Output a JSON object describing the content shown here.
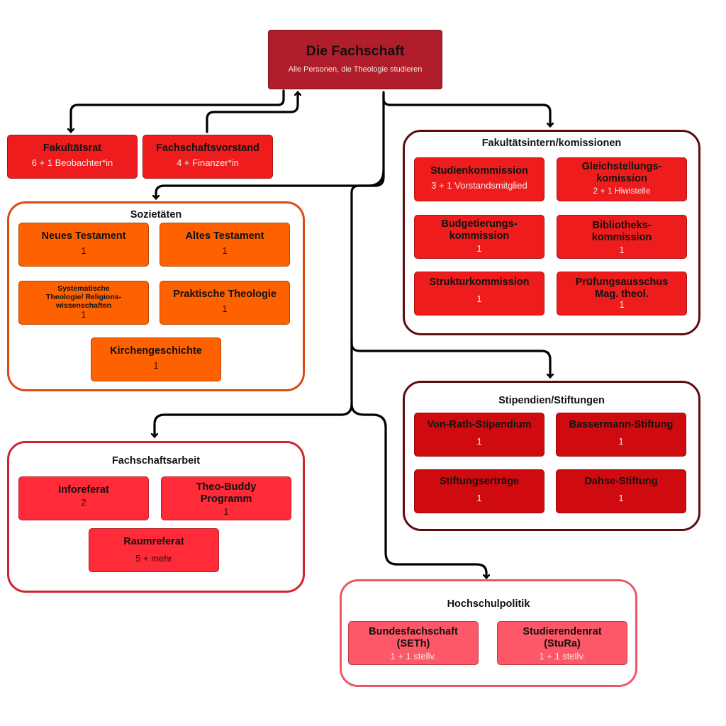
{
  "root": {
    "title": "Die Fachschaft",
    "subtitle": "Alle Personen, die Theologie studieren"
  },
  "top_nodes": [
    {
      "title": "Fakultätsrat",
      "sub": "6 + 1 Beobachter*in"
    },
    {
      "title": "Fachschaftsvorstand",
      "sub": "4 + Finanzer*in"
    }
  ],
  "groups": {
    "sozietaeten": {
      "title": "Sozietäten",
      "items": [
        {
          "title": "Neues Testament",
          "sub": "1"
        },
        {
          "title": "Altes Testament",
          "sub": "1"
        },
        {
          "title": "Systematische\nTheologie/ Religions-\nwissenschaften",
          "sub": "1"
        },
        {
          "title": "Praktische Theologie",
          "sub": "1"
        },
        {
          "title": "Kirchengeschichte",
          "sub": "1"
        }
      ]
    },
    "fakultaet": {
      "title": "Fakultätsintern/komissionen",
      "items": [
        {
          "title": "Studienkommission",
          "sub": "3 + 1 Vorstandsmitglied"
        },
        {
          "title": "Gleichstellungs-\nkomission",
          "sub": "2 + 1 Hiwistelle"
        },
        {
          "title": "Budgetierungs-\nkommission",
          "sub": "1"
        },
        {
          "title": "Bibliotheks-\nkommission",
          "sub": "1"
        },
        {
          "title": "Strukturkommission",
          "sub": "1"
        },
        {
          "title": "Prüfungsausschus\nMag. theol.",
          "sub": "1"
        }
      ]
    },
    "stipendien": {
      "title": "Stipendien/Stiftungen",
      "items": [
        {
          "title": "Von-Rath-Stipendium",
          "sub": "1"
        },
        {
          "title": "Bassermann-Stiftung",
          "sub": "1"
        },
        {
          "title": "Stiftungserträge",
          "sub": "1"
        },
        {
          "title": "Dahse-Stiftung",
          "sub": "1"
        }
      ]
    },
    "fachschaftsarbeit": {
      "title": "Fachschaftsarbeit",
      "items": [
        {
          "title": "Inforeferat",
          "sub": "2"
        },
        {
          "title": "Theo-Buddy\nProgramm",
          "sub": "1"
        },
        {
          "title": "Raumreferat",
          "sub": "5 + mehr"
        }
      ]
    },
    "hochschulpolitik": {
      "title": "Hochschulpolitik",
      "items": [
        {
          "title": "Bundesfachschaft\n(SETh)",
          "sub": "1 + 1 stellv."
        },
        {
          "title": "Studierendenrat\n(StuRa)",
          "sub": "1 + 1 stellv."
        }
      ]
    }
  },
  "colors": {
    "root": "#b01d2b",
    "top": "#ee1c1c",
    "sozietaeten": "#fd6100",
    "fakultaet": "#ee1c1c",
    "stipendien": "#cf0b10",
    "fachschaftsarbeit": "#ff2b39",
    "hochschulpolitik": "#fd5867"
  }
}
